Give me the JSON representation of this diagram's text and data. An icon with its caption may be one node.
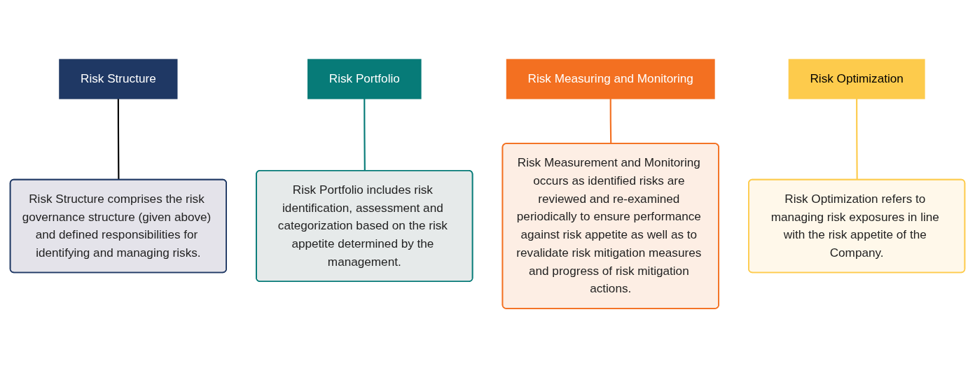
{
  "diagram": {
    "nodes": [
      {
        "text": [
          "Risk Structure"
        ]
      },
      {
        "text": [
          "Risk Portfolio"
        ]
      },
      {
        "text": [
          "Risk Measuring and Monitoring"
        ]
      },
      {
        "text": [
          "Risk Optimization"
        ]
      },
      {
        "text": [
          "Risk Structure comprises the risk governance structure (given above) and defined responsibilities for identifying and managing risks."
        ]
      },
      {
        "text": [
          "Risk Portfolio includes risk identification, assessment and categorization based on the risk appetite determined by the management."
        ]
      },
      {
        "text": [
          "Risk Measurement and Monitoring occurs as identified risks are reviewed and re-examined periodically to ensure performance against risk appetite as well as to revalidate risk mitigation measures and progress of risk mitigation actions."
        ]
      },
      {
        "text": [
          "Risk Optimization refers to managing risk exposures in line with the risk appetite of the Company."
        ]
      }
    ],
    "edges": [
      {
        "from": 0,
        "to": 4,
        "arrow": "none",
        "color": "#000000"
      },
      {
        "from": 1,
        "to": 5,
        "arrow": "none",
        "color": "#077b78"
      },
      {
        "from": 2,
        "to": 6,
        "arrow": "none",
        "color": "#f37021"
      },
      {
        "from": 3,
        "to": 7,
        "arrow": "none",
        "color": "#fdcb4c"
      }
    ]
  }
}
